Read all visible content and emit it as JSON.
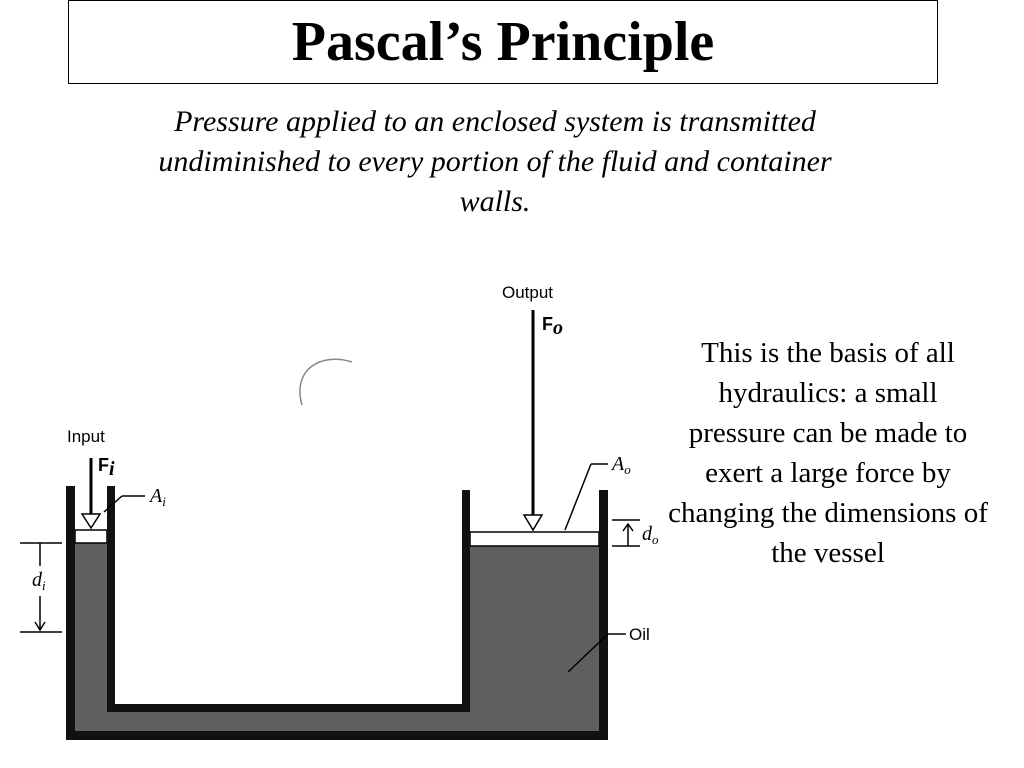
{
  "title": "Pascal’s Principle",
  "subtitle": "Pressure applied to an enclosed system is transmitted undiminished to every portion of the fluid and container walls.",
  "side_text": "This is the basis of all hydraulics: a small pressure can be made to exert a large force by changing the dimensions of the vessel",
  "diagram": {
    "input_label": "Input",
    "input_force": "F",
    "input_force_sub": "i",
    "input_area": "A",
    "input_area_sub": "i",
    "input_distance": "d",
    "input_distance_sub": "i",
    "output_label": "Output",
    "output_force": "F",
    "output_force_sub": "o",
    "output_area": "A",
    "output_area_sub": "o",
    "output_distance": "d",
    "output_distance_sub": "o",
    "fluid_label": "Oil",
    "colors": {
      "oil": "#5f5f5f",
      "wall": "#111111",
      "piston": "#ffffff"
    }
  }
}
